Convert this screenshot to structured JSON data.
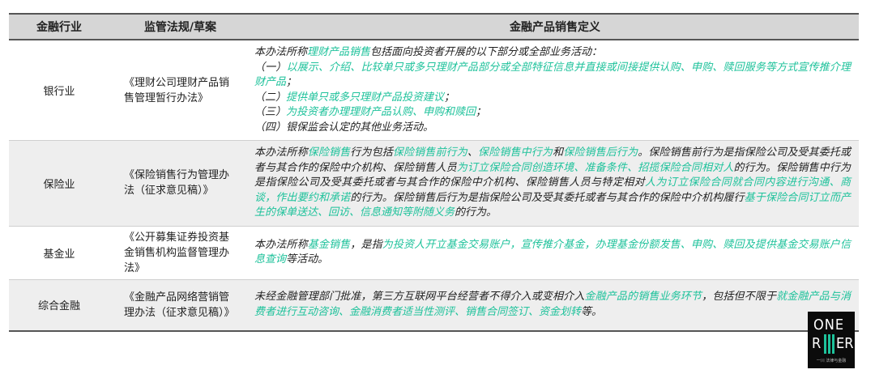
{
  "header": {
    "col1": "金融行业",
    "col2": "监管法规/草案",
    "col3": "金融产品销售定义"
  },
  "rows": [
    {
      "industry": "银行业",
      "law_lines": [
        "《理财公司理财产品销",
        "售管理暂行办法》"
      ],
      "definition": [
        {
          "t": "本办法所称"
        },
        {
          "t": "理财产品销售",
          "h": true
        },
        {
          "t": "包括面向投资者开展的以下部分或全部业务活动："
        },
        {
          "br": true
        },
        {
          "t": "（一）"
        },
        {
          "t": "以展示、介绍、比较单只或多只理财产品部分或全部特征信息并直接或间接提供认购、申购、赎回服务等方式宣传推介理财产品",
          "h": true
        },
        {
          "t": "；"
        },
        {
          "br": true
        },
        {
          "t": "（二）"
        },
        {
          "t": "提供单只或多只理财产品投资建议",
          "h": true
        },
        {
          "t": "；"
        },
        {
          "br": true
        },
        {
          "t": "（三）"
        },
        {
          "t": "为投资者办理理财产品认购、申购和赎回",
          "h": true
        },
        {
          "t": "；"
        },
        {
          "br": true
        },
        {
          "t": "（四）银保监会认定的其他业务活动。"
        }
      ]
    },
    {
      "industry": "保险业",
      "law_lines": [
        "《保险销售行为管理办",
        "法（征求意见稿）》"
      ],
      "definition": [
        {
          "t": "本办法所称"
        },
        {
          "t": "保险销售",
          "h": true
        },
        {
          "t": "行为包括"
        },
        {
          "t": "保险销售前行为",
          "h": true
        },
        {
          "t": "、"
        },
        {
          "t": "保险销售中行为",
          "h": true
        },
        {
          "t": "和"
        },
        {
          "t": "保险销售后行为",
          "h": true
        },
        {
          "t": "。保险销售前行为是指保险公司及受其委托或者与其合作的保险中介机构、保险销售人员"
        },
        {
          "t": "为订立保险合同创造环境、准备条件、招揽保险合同相对人",
          "h": true
        },
        {
          "t": "的行为。保险销售中行为是指保险公司及受其委托或者与其合作的保险中介机构、保险销售人员与特定相对"
        },
        {
          "t": "人为订立保险合同就合同内容进行沟通、商谈，作出要约和承诺",
          "h": true
        },
        {
          "t": "的行为。保险销售后行为是指保险公司及受其委托或者与其合作的保险中介机构履行"
        },
        {
          "t": "基于保险合同订立而产生的保单送达、回访、信息通知等附随义务",
          "h": true
        },
        {
          "t": "的行为。"
        }
      ]
    },
    {
      "industry": "基金业",
      "law_lines": [
        "《公开募集证券投资基",
        "金销售机构监督管理办",
        "法》"
      ],
      "definition": [
        {
          "t": "本办法所称"
        },
        {
          "t": "基金销售",
          "h": true
        },
        {
          "t": "，是指"
        },
        {
          "t": "为投资人开立基金交易账户，宣传推介基金，办理基金份额发售、申购、赎回及提供基金交易账户信息查询",
          "h": true
        },
        {
          "t": "等活动。"
        }
      ]
    },
    {
      "industry": "综合金融",
      "law_lines": [
        "《金融产品网络营销管",
        "理办法（征求意见稿）》"
      ],
      "definition": [
        {
          "t": "未经金融管理部门批准，第三方互联网平台经营者不得介入或变相介入"
        },
        {
          "t": "金融产品的销售业务环节",
          "h": true
        },
        {
          "t": "，包括但不限于"
        },
        {
          "t": "就金融产品与消费者进行互动咨询、金融消费者适当性测评、销售合同签订、资金划转",
          "h": true
        },
        {
          "t": "等。"
        }
      ]
    }
  ],
  "logo": {
    "line1": "ONE",
    "line2_left": "R",
    "line2_right": "ER",
    "sub": "一川 法律与金融"
  },
  "colors": {
    "highlight": "#1ec29b",
    "header_bg": "#d6d6d6",
    "shade_bg": "#eeeeee"
  }
}
